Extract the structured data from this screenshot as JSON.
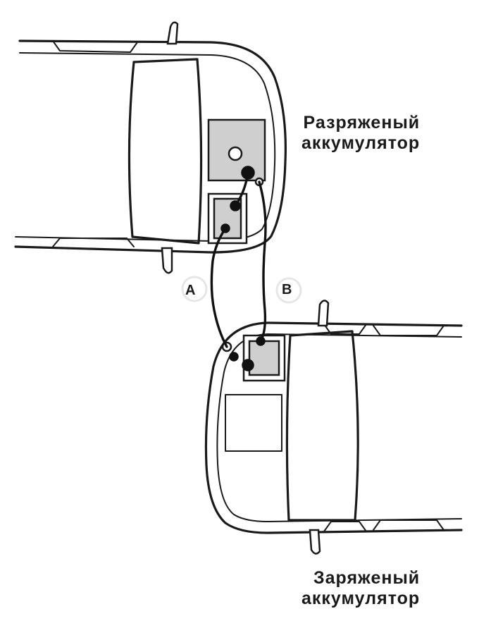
{
  "labels": {
    "discharged_line1": "Разряженый",
    "discharged_line2": "аккумулятор",
    "charged_line1": "Заряженый",
    "charged_line2": "аккумулятор"
  },
  "cables": {
    "a": "A",
    "b": "B"
  },
  "colors": {
    "ink": "#1a1a1a",
    "engine_bay": "#cfcfcf",
    "background": "#ffffff"
  }
}
